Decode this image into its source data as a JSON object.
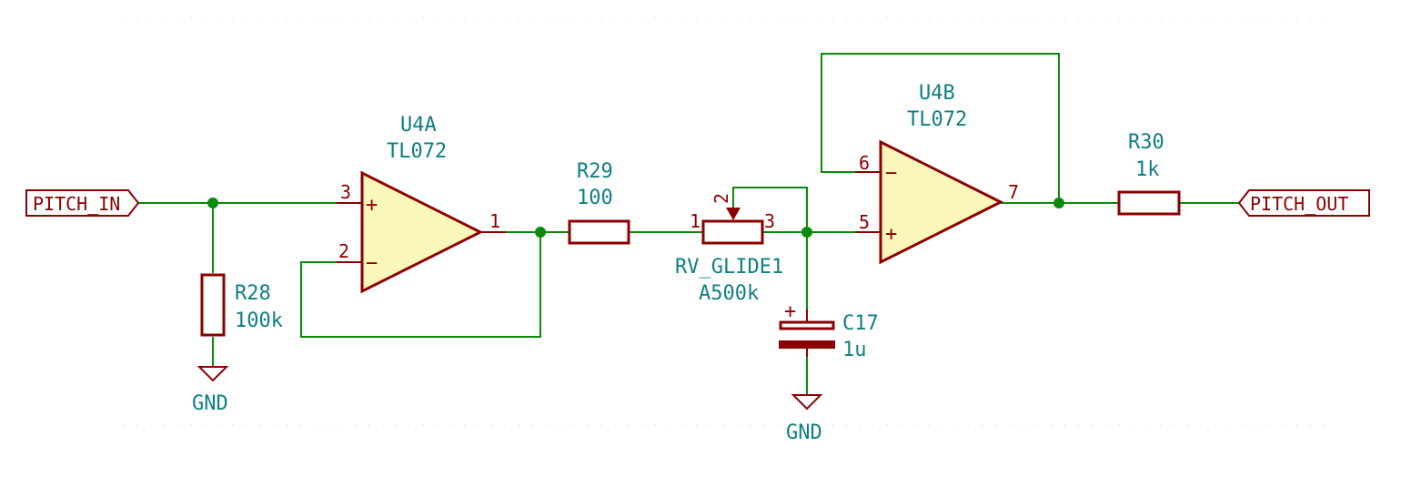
{
  "schematic": {
    "colors": {
      "wire": "#0a8a0a",
      "symbol": "#8b0000",
      "opamp_fill": "#fbf6b9",
      "text": "#0e7f82"
    },
    "labels": {
      "pitch_in": "PITCH_IN",
      "pitch_out": "PITCH_OUT"
    },
    "components": {
      "u4a": {
        "ref": "U4A",
        "value": "TL072",
        "pin_plus": "3",
        "pin_minus": "2",
        "pin_out": "1"
      },
      "u4b": {
        "ref": "U4B",
        "value": "TL072",
        "pin_plus": "5",
        "pin_minus": "6",
        "pin_out": "7"
      },
      "r28": {
        "ref": "R28",
        "value": "100k"
      },
      "r29": {
        "ref": "R29",
        "value": "100"
      },
      "r30": {
        "ref": "R30",
        "value": "1k"
      },
      "rv_glide1": {
        "ref": "RV_GLIDE1",
        "value": "A500k",
        "pin1": "1",
        "pin2": "2",
        "pin3": "3"
      },
      "c17": {
        "ref": "C17",
        "value": "1u",
        "polarity": "+"
      }
    },
    "power": {
      "gnd1": "GND",
      "gnd2": "GND"
    },
    "signs": {
      "plus": "+",
      "minus": "−"
    }
  }
}
